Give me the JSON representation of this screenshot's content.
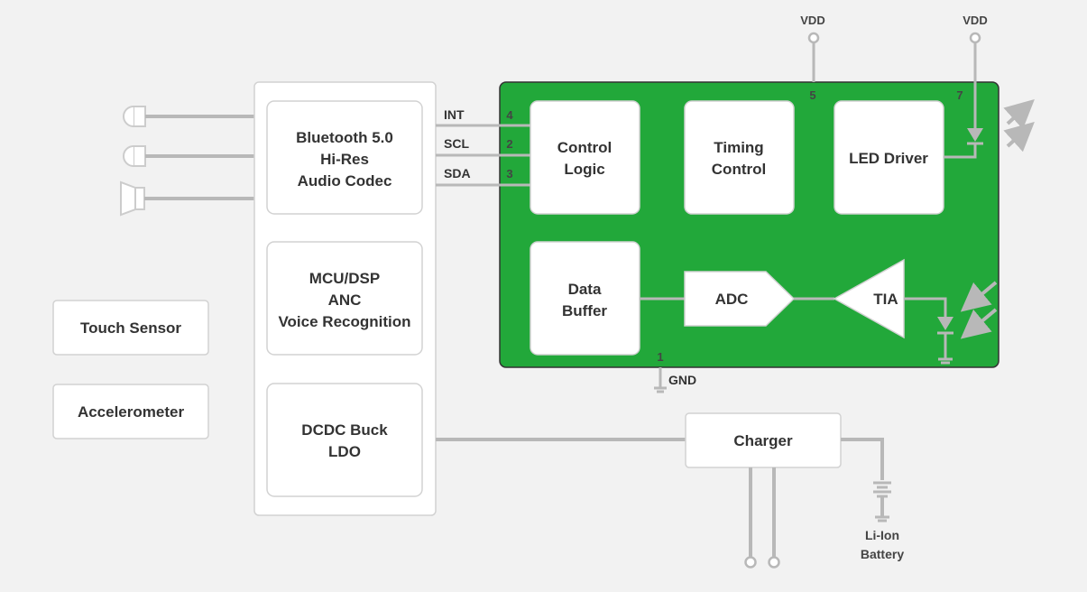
{
  "colors": {
    "chip": "#22a83a",
    "wire": "#b8b8b8",
    "box_border": "#d2d2d2",
    "background": "#f2f2f2"
  },
  "soc_blocks": {
    "bluetooth": [
      "Bluetooth 5.0",
      "Hi-Res",
      "Audio Codec"
    ],
    "mcu": [
      "MCU/DSP",
      "ANC",
      "Voice Recognition"
    ],
    "dcdc": [
      "DCDC Buck",
      "LDO"
    ]
  },
  "side_blocks": {
    "touch": "Touch Sensor",
    "accel": "Accelerometer"
  },
  "chip_blocks": {
    "control": [
      "Control",
      "Logic"
    ],
    "timing": [
      "Timing",
      "Control"
    ],
    "led_driver": "LED Driver",
    "data_buffer": [
      "Data",
      "Buffer"
    ],
    "adc": "ADC",
    "tia": "TIA"
  },
  "signals": {
    "int": "INT",
    "scl": "SCL",
    "sda": "SDA"
  },
  "pins": {
    "int": "4",
    "scl": "2",
    "sda": "3",
    "vdd1": "5",
    "vdd2": "7",
    "gnd": "1"
  },
  "power": {
    "vdd": "VDD",
    "gnd": "GND"
  },
  "charger": "Charger",
  "battery": [
    "Li-Ion",
    "Battery"
  ],
  "icons": [
    "microphone-icon",
    "speaker-icon",
    "led-icon",
    "photodiode-icon",
    "ground-icon",
    "battery-icon"
  ]
}
